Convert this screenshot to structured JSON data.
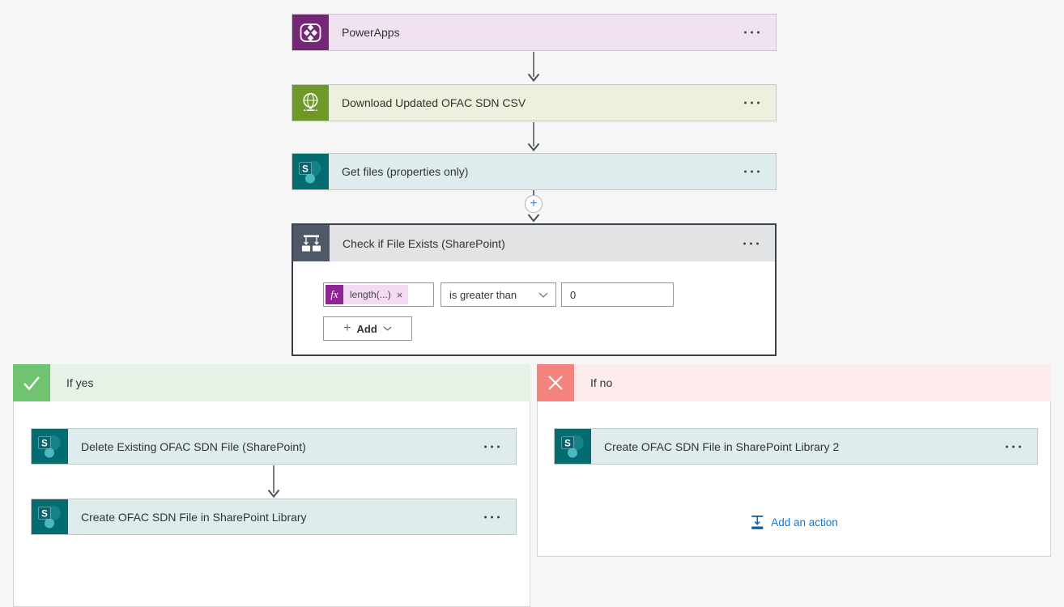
{
  "colors": {
    "canvas_bg": "#f6f6f6",
    "powerapps_tile": "#742774",
    "powerapps_strip": "#f0e2f0",
    "http_tile": "#709727",
    "http_strip": "#ebf1dc",
    "sharepoint_tile": "#036c70",
    "sharepoint_strip": "#dfecee",
    "condition_tile": "#4e5866",
    "condition_header": "#e2e3e5",
    "condition_border": "#3a414b",
    "if_yes_icon": "#70c470",
    "if_yes_strip": "#e6f2e6",
    "if_no_icon": "#f4827d",
    "if_no_strip": "#fdeceb",
    "fx_tile": "#8f2394",
    "token_pill": "#f3dcf3",
    "link_blue": "#0f78d4",
    "arrow_gray": "#4a5056"
  },
  "icons": {
    "plus": "+",
    "close": "×"
  },
  "trigger": {
    "title": "PowerApps"
  },
  "actions": {
    "http": {
      "title": "Download Updated OFAC SDN CSV"
    },
    "get_files": {
      "title": "Get files (properties only)"
    }
  },
  "condition": {
    "title": "Check if File Exists (SharePoint)",
    "fx_label": "fx",
    "token_text": "length(...)",
    "operator_value": "is greater than",
    "value": "0",
    "add_label": "Add"
  },
  "branch_yes": {
    "label": "If yes",
    "action1": {
      "title": "Delete Existing OFAC SDN File (SharePoint)"
    },
    "action2": {
      "title": "Create OFAC SDN File in SharePoint Library"
    }
  },
  "branch_no": {
    "label": "If no",
    "action1": {
      "title": "Create OFAC SDN File in SharePoint Library 2"
    },
    "add_action_label": "Add an action"
  }
}
